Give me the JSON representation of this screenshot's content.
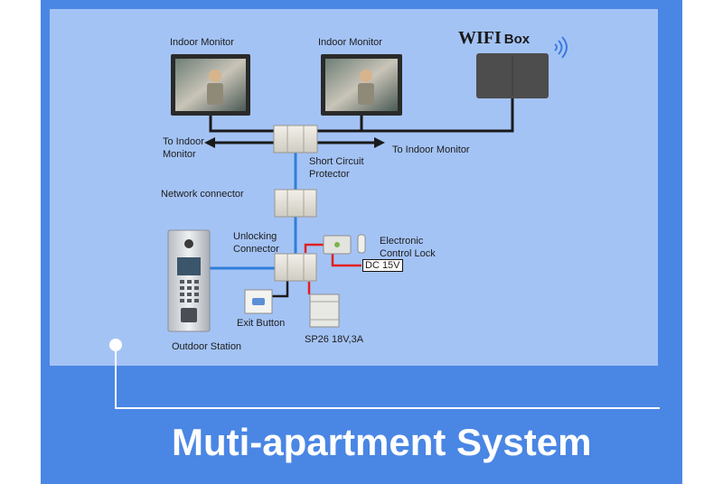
{
  "banner": {
    "title": "Muti-apartment System"
  },
  "wifi_box": {
    "word1": "WIFI",
    "word2": "Box"
  },
  "labels": {
    "indoor_monitor_1": "Indoor Monitor",
    "indoor_monitor_2": "Indoor Monitor",
    "to_indoor_left": "To Indoor Monitor",
    "to_indoor_right": "To Indoor Monitor",
    "short_circuit_protector": "Short Circuit Protector",
    "network_connector": "Network connector",
    "unlocking_connector": "Unlocking Connector",
    "electronic_control_lock": "Electronic Control Lock",
    "dc_label": "DC 15V",
    "exit_button": "Exit Button",
    "power_supply": "SP26 18V,3A",
    "outdoor_station": "Outdoor Station"
  },
  "colors": {
    "outer_band": "#4a86e4",
    "panel": "#a4c3f5",
    "bus_wire": "#1a1a1a",
    "network_wire": "#2f7fd8",
    "power_wire": "#e02020"
  }
}
